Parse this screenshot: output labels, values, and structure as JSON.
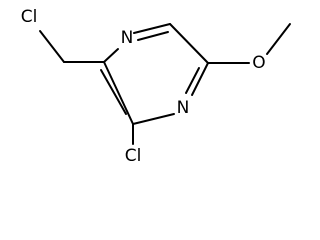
{
  "molecule": {
    "atoms": {
      "n_top": "N",
      "n_bottom": "N",
      "cl_chloromethyl": "Cl",
      "cl_ring": "Cl",
      "o_methoxy": "O"
    },
    "bond_color": "#000000"
  }
}
